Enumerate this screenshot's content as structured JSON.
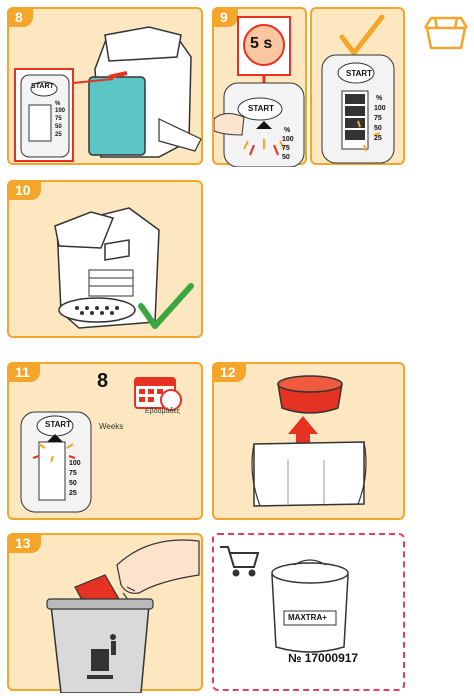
{
  "panels": {
    "p8": {
      "number": "8"
    },
    "p9": {
      "number": "9",
      "timer": "5 s"
    },
    "p10": {
      "number": "10"
    },
    "p11": {
      "number": "11",
      "weeks_count": "8",
      "weeks_label": "Weeks",
      "calendar_label": "Εβδομάδες"
    },
    "p12": {
      "number": "12"
    },
    "p13": {
      "number": "13"
    }
  },
  "display": {
    "start_label": "START",
    "percent_sign": "%",
    "levels": [
      "100",
      "75",
      "50",
      "25"
    ]
  },
  "product": {
    "brand": "MAXTRA+",
    "part_number": "№ 17000917"
  },
  "icons": [
    "cartridge-box-icon",
    "shopping-cart-icon",
    "trash-bin-icon",
    "check-icon",
    "calendar-icon"
  ],
  "colors": {
    "panel_bg": "#fde7c0",
    "panel_border": "#f4a62a",
    "accent_red": "#e53222",
    "check_green": "#3aa640",
    "dashed_border": "#e0415a"
  }
}
